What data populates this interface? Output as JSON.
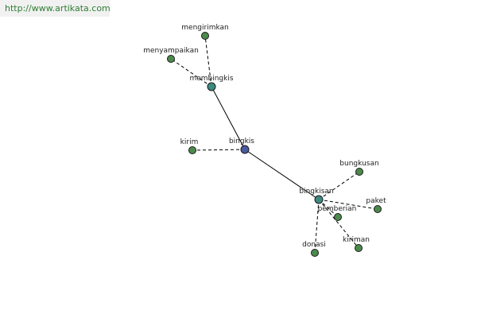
{
  "banner": {
    "url": "http://www.artikata.com"
  },
  "graph": {
    "colors": {
      "root": "#4a5aa0",
      "sub": "#3f8a80",
      "leaf": "#4c8a4c",
      "edge": "#000000"
    },
    "nodes": [
      {
        "id": "bingkis",
        "label": "bingkis",
        "kind": "root"
      },
      {
        "id": "membingkis",
        "label": "membingkis",
        "kind": "sub"
      },
      {
        "id": "bingkisan",
        "label": "bingkisan",
        "kind": "sub"
      },
      {
        "id": "mengirimkan",
        "label": "mengirimkan",
        "kind": "leaf"
      },
      {
        "id": "menyampaikan",
        "label": "menyampaikan",
        "kind": "leaf"
      },
      {
        "id": "kirim",
        "label": "kirim",
        "kind": "leaf"
      },
      {
        "id": "bungkusan",
        "label": "bungkusan",
        "kind": "leaf"
      },
      {
        "id": "paket",
        "label": "paket",
        "kind": "leaf"
      },
      {
        "id": "pemberian",
        "label": "pemberian",
        "kind": "leaf"
      },
      {
        "id": "kiriman",
        "label": "kiriman",
        "kind": "leaf"
      },
      {
        "id": "donasi",
        "label": "donasi",
        "kind": "leaf"
      }
    ],
    "edges": [
      {
        "from": "bingkis",
        "to": "membingkis",
        "style": "solid"
      },
      {
        "from": "bingkis",
        "to": "bingkisan",
        "style": "solid"
      },
      {
        "from": "bingkis",
        "to": "kirim",
        "style": "dashed"
      },
      {
        "from": "membingkis",
        "to": "mengirimkan",
        "style": "dashed"
      },
      {
        "from": "membingkis",
        "to": "menyampaikan",
        "style": "dashed"
      },
      {
        "from": "bingkisan",
        "to": "bungkusan",
        "style": "dashed"
      },
      {
        "from": "bingkisan",
        "to": "paket",
        "style": "dashed"
      },
      {
        "from": "bingkisan",
        "to": "pemberian",
        "style": "dashed"
      },
      {
        "from": "bingkisan",
        "to": "kiriman",
        "style": "dashed"
      },
      {
        "from": "bingkisan",
        "to": "donasi",
        "style": "dashed"
      }
    ]
  }
}
